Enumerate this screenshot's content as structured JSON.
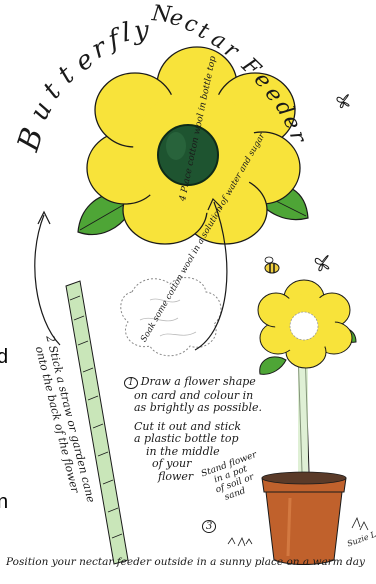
{
  "title": [
    "B",
    "u",
    "t",
    "t",
    "e",
    "r",
    "f",
    "l",
    "y",
    "N",
    "e",
    "c",
    "t",
    "a",
    "r",
    "F",
    "e",
    "e",
    "d",
    "e",
    "r"
  ],
  "step4": {
    "number": "4",
    "text": "Place cotton wool in bottle top"
  },
  "soak": {
    "text": "Soak some cotton wool in a solution of water and sugar"
  },
  "step1": {
    "number": "1",
    "lines": [
      "Draw a flower shape",
      "on card and colour in",
      "as brightly as possible.",
      "Cut it out and stick",
      "a plastic bottle top",
      "in the middle",
      "of your",
      "flower"
    ]
  },
  "step2": {
    "number": "2",
    "lines": [
      "Stick a straw or garden cane",
      "onto the back of the flower"
    ]
  },
  "step3": {
    "number": "3",
    "lines": [
      "Stand flower",
      "in a pot",
      "of soil or",
      "sand"
    ]
  },
  "footer": "Position your nectar feeder outside in a sunny place on a warm day",
  "edge_letters": [
    "d",
    "n"
  ],
  "signature": "Suzie LG",
  "colors": {
    "petal": "#f8e33a",
    "leaf": "#4ea536",
    "bottle": "#1e5430",
    "straw": "#c9e6b9",
    "pot": "#c0612c",
    "soil": "#5a3a28"
  }
}
